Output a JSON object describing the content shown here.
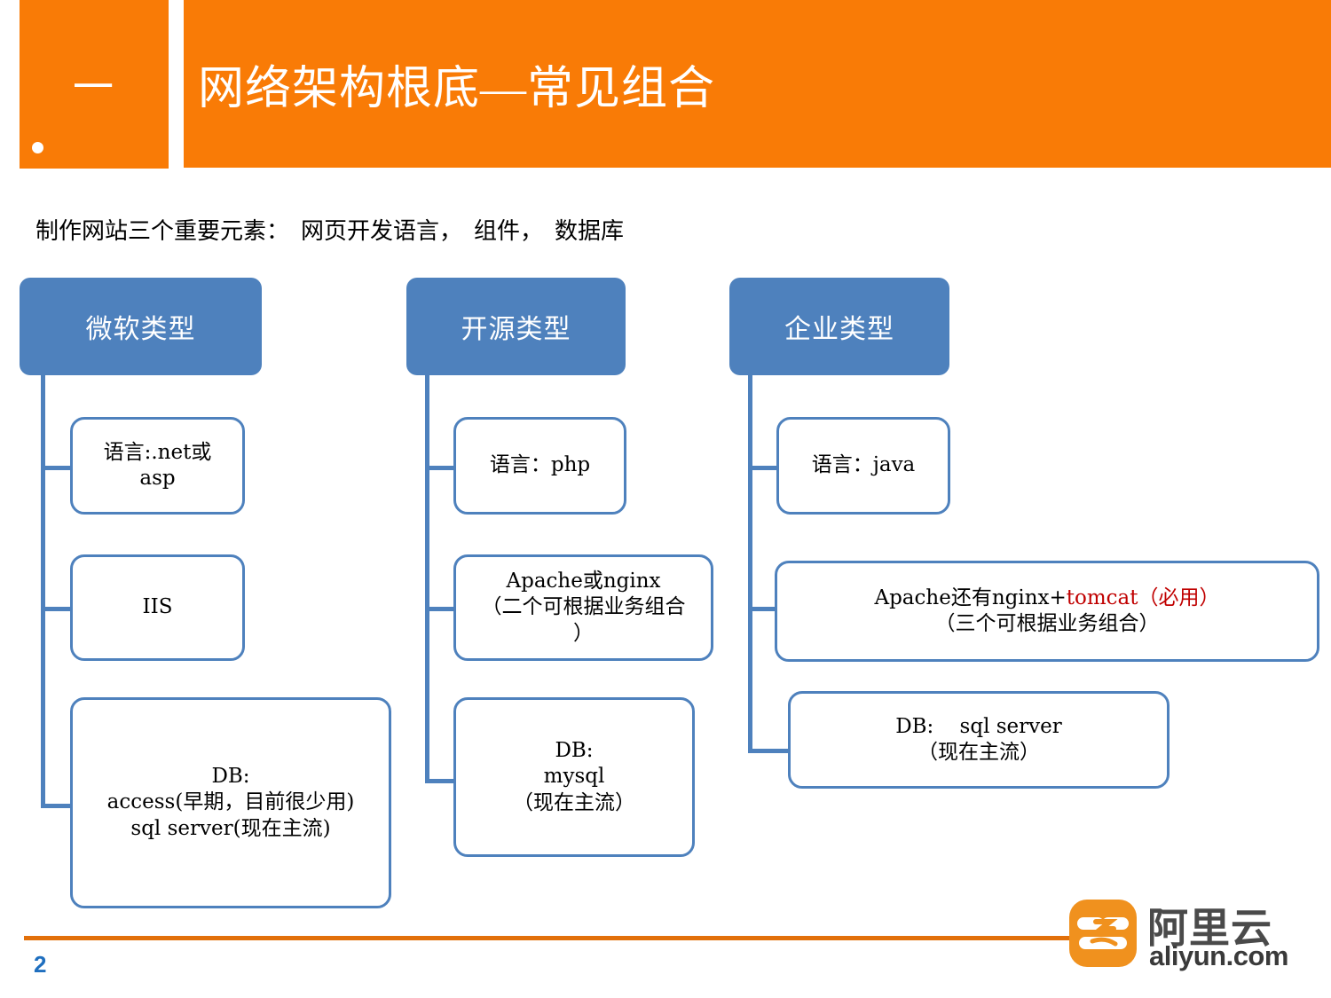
{
  "header": {
    "section_number": "一",
    "title": "网络架构根底—常见组合",
    "bg_color": "#F97B06"
  },
  "subtitle": "制作网站三个重要元素：  网页开发语言，  组件，  数据库",
  "accent_blue": "#4E81BD",
  "columns": [
    {
      "header_label": "微软类型",
      "nodes": [
        {
          "lines": [
            "语言:.net或",
            "asp"
          ]
        },
        {
          "lines": [
            "IIS"
          ]
        },
        {
          "lines": [
            "DB:",
            "access(早期，目前很少用)",
            "sql server(现在主流)"
          ]
        }
      ]
    },
    {
      "header_label": "开源类型",
      "nodes": [
        {
          "lines": [
            "语言：php"
          ]
        },
        {
          "lines": [
            "Apache或nginx",
            "（二个可根据业务组合",
            "）"
          ]
        },
        {
          "lines": [
            "DB:",
            "mysql",
            "（现在主流）"
          ]
        }
      ]
    },
    {
      "header_label": "企业类型",
      "nodes": [
        {
          "lines": [
            "语言：java"
          ]
        },
        {
          "lines": [
            "Apache还有nginx+",
            "tomcat（必用）",
            "（三个可根据业务组合）"
          ],
          "red_part": "tomcat（必用）"
        },
        {
          "lines": [
            "DB:    sql server",
            "（现在主流）"
          ]
        }
      ]
    }
  ],
  "footer": {
    "page_number": "2",
    "rule_color": "#E2700A",
    "logo_cn": "阿里云",
    "logo_en": "aliyun.com"
  }
}
